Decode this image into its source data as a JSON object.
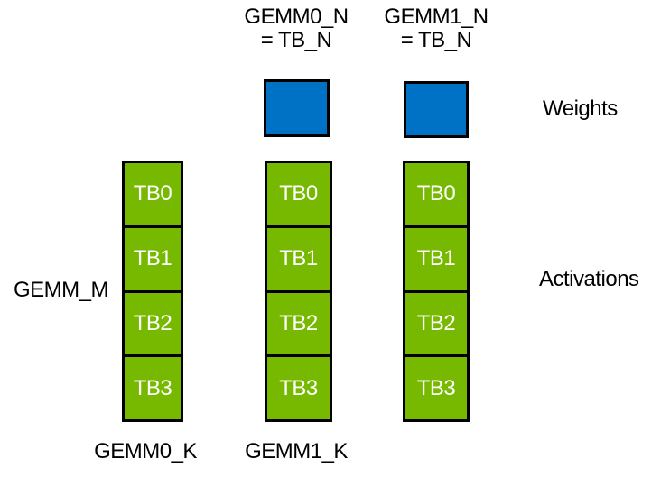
{
  "diagram": {
    "colors": {
      "activation_green": "#76B900",
      "weight_blue": "#0072C6",
      "border_black": "#000000",
      "cell_text_white": "#ffffff",
      "label_text_black": "#000000",
      "background": "#ffffff"
    },
    "top_labels": [
      {
        "line1": "GEMM0_N",
        "line2": "= TB_N"
      },
      {
        "line1": "GEMM1_N",
        "line2": "= TB_N"
      }
    ],
    "weights_label": "Weights",
    "activations_label": "Activations",
    "gemm_m_label": "GEMM_M",
    "bottom_labels": [
      "GEMM0_K",
      "GEMM1_K"
    ],
    "columns": [
      {
        "cells": [
          "TB0",
          "TB1",
          "TB2",
          "TB3"
        ]
      },
      {
        "cells": [
          "TB0",
          "TB1",
          "TB2",
          "TB3"
        ]
      },
      {
        "cells": [
          "TB0",
          "TB1",
          "TB2",
          "TB3"
        ]
      }
    ]
  }
}
